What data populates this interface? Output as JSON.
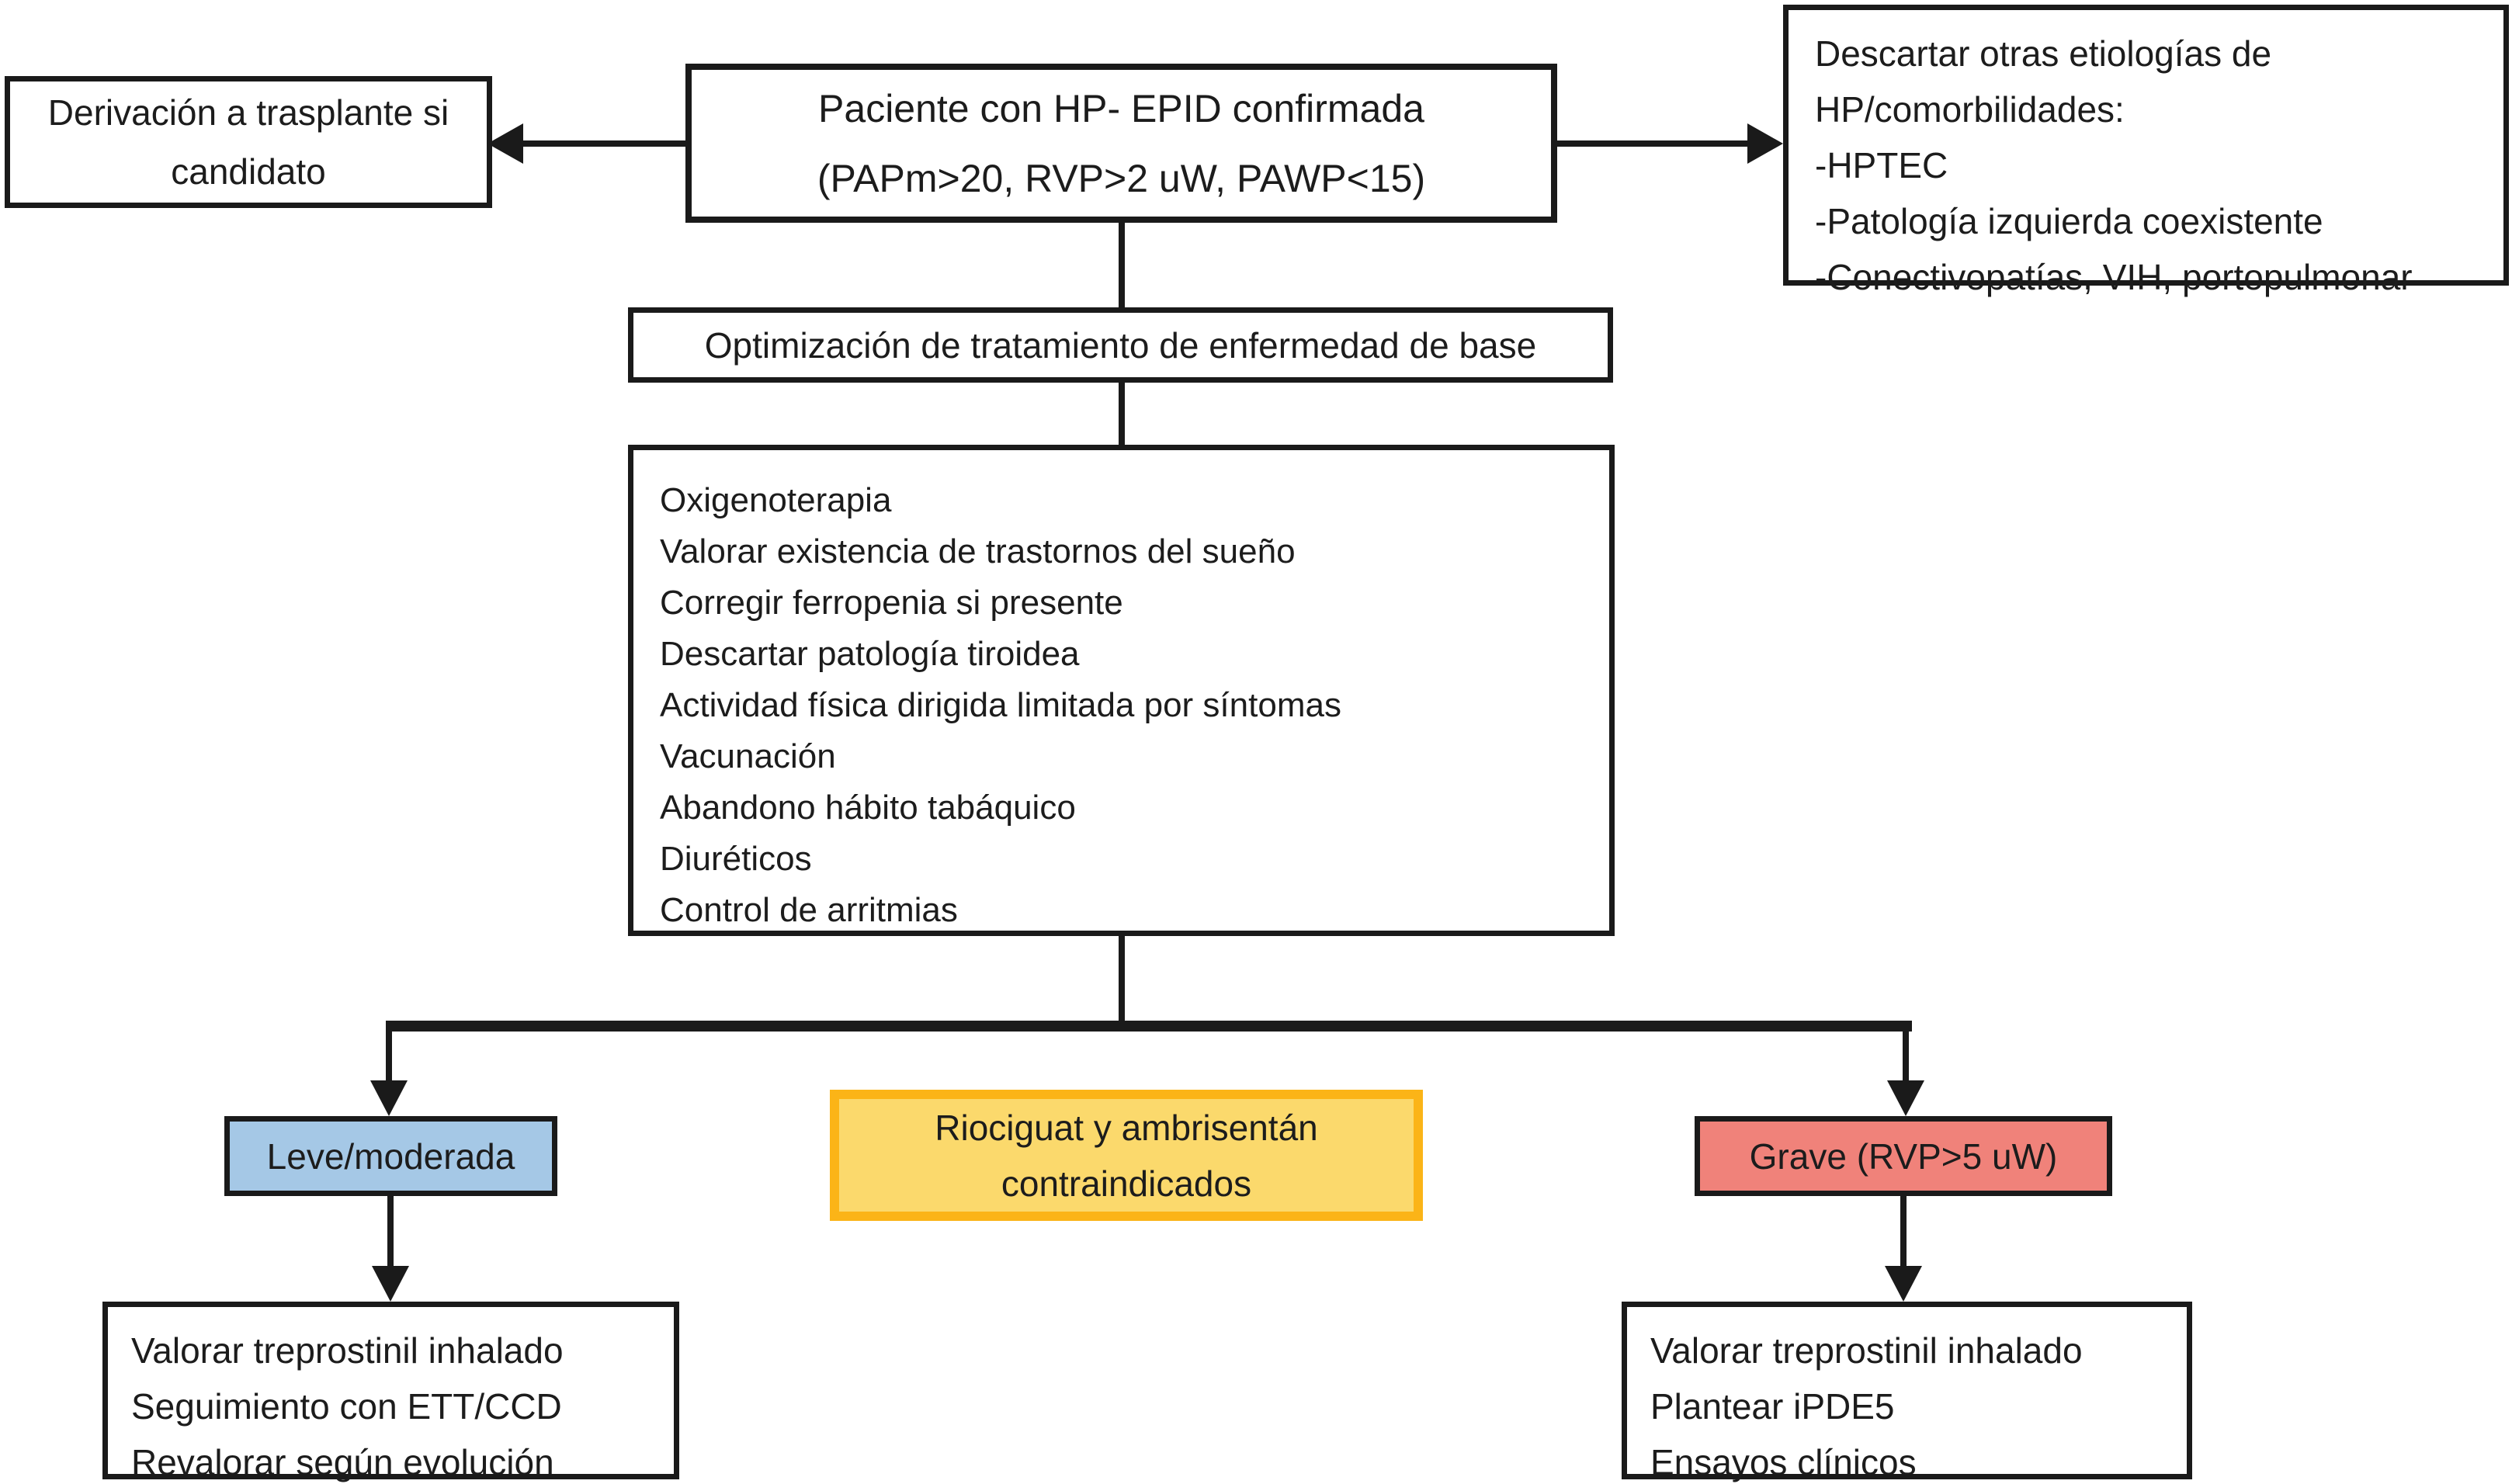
{
  "flowchart": {
    "patient_box": {
      "lines": [
        "Paciente con HP- EPID confirmada",
        "(PAPm>20, RVP>2 uW, PAWP<15)"
      ]
    },
    "transplant_box": {
      "lines": [
        "Derivación a trasplante si",
        "candidato"
      ]
    },
    "etiologies_box": {
      "lines": [
        "Descartar otras etiologías de",
        "HP/comorbilidades:",
        "-HPTEC",
        "-Patología izquierda coexistente",
        "-Conectivopatías, VIH, portopulmonar"
      ]
    },
    "optimization_box": {
      "text": "Optimización de tratamiento de enfermedad de base"
    },
    "supportive_box": {
      "lines": [
        "Oxigenoterapia",
        "Valorar existencia de trastornos del sueño",
        "Corregir ferropenia si presente",
        "Descartar patología tiroidea",
        "Actividad física dirigida limitada por síntomas",
        "Vacunación",
        "Abandono hábito tabáquico",
        "Diuréticos",
        "Control de arritmias"
      ]
    },
    "mild_box": {
      "text": "Leve/moderada",
      "fill_color": "#A5C8E6"
    },
    "contraindicated_box": {
      "lines": [
        "Riociguat y ambrisentán",
        "contraindicados"
      ],
      "fill_color": "#FBD96C",
      "border_color": "#FBB417"
    },
    "severe_box": {
      "text": "Grave (RVP>5 uW)",
      "fill_color": "#F0827A"
    },
    "mild_plan_box": {
      "lines": [
        "Valorar treprostinil inhalado",
        "Seguimiento con ETT/CCD",
        "Revalorar según evolución"
      ]
    },
    "severe_plan_box": {
      "lines": [
        "Valorar treprostinil inhalado",
        "Plantear iPDE5",
        "Ensayos clínicos"
      ]
    },
    "line_color": "#1a1a1a",
    "background_color": "#ffffff"
  }
}
